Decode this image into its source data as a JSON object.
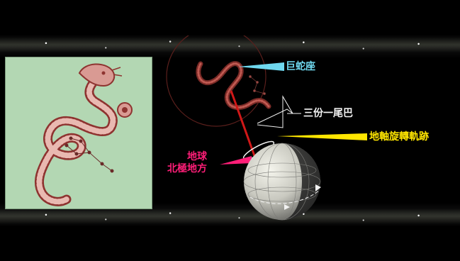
{
  "labels": {
    "constellation": "巨蛇座",
    "tail": "三份一尾巴",
    "axis_track": "地軸旋轉軌跡",
    "earth_line1": "地球",
    "earth_line2": "北極地方"
  },
  "colors": {
    "cyan": "#6fd8ef",
    "yellow": "#ffe600",
    "magenta": "#ff1e78",
    "white": "#f2f2f2",
    "panel_bg": "#b3d7b3",
    "serpent": "#b44a46"
  }
}
